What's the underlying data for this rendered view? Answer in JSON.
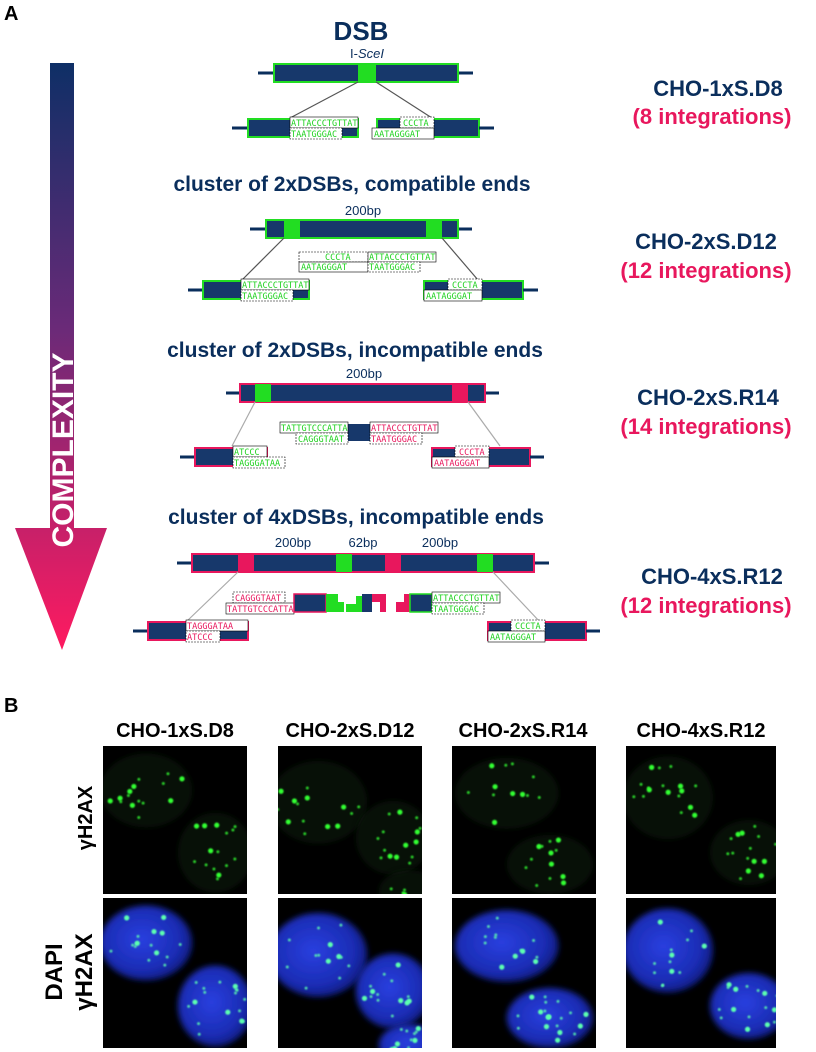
{
  "panel_a": {
    "letter": "A",
    "arrow_label": "COMPLEXITY",
    "rows": [
      {
        "title": "DSB",
        "subtitle_prefix": "I-",
        "subtitle_italic": "SceI",
        "cell_line": "CHO-1xS.D8",
        "integrations": "(8 integrations)",
        "seqs": {
          "left_top": "ATTACCCTGTTAT",
          "left_bottom": "TAATGGGAC",
          "right_top": "CCCTA",
          "right_bottom": "AATAGGGAT"
        }
      },
      {
        "title": "cluster of 2xDSBs, compatible ends",
        "spacer": "200bp",
        "cell_line": "CHO-2xS.D12",
        "integrations": "(12 integrations)",
        "seqs": {
          "mid_left_top": "CCCTA",
          "mid_left_bottom": "AATAGGGAT",
          "mid_right_top": "ATTACCCTGTTAT",
          "mid_right_bottom": "TAATGGGAC",
          "left_top": "ATTACCCTGTTAT",
          "left_bottom": "TAATGGGAC",
          "right_top": "CCCTA",
          "right_bottom": "AATAGGGAT"
        }
      },
      {
        "title": "cluster of 2xDSBs, incompatible ends",
        "spacer": "200bp",
        "cell_line": "CHO-2xS.R14",
        "integrations": "(14 integrations)",
        "seqs": {
          "mid_left_top": "TATTGTCCCATTA",
          "mid_left_bottom": "CAGGGTAAT",
          "mid_right_top": "ATTACCCTGTTAT",
          "mid_right_bottom": "TAATGGGAC",
          "left_top": "ATCCC",
          "left_bottom": "TAGGGATAA",
          "right_top": "CCCTA",
          "right_bottom": "AATAGGGAT"
        }
      },
      {
        "title": "cluster of 4xDSBs, incompatible ends",
        "spacers": [
          "200bp",
          "62bp",
          "200bp"
        ],
        "cell_line": "CHO-4xS.R12",
        "integrations": "(12 integrations)",
        "seqs": {
          "mid_left_top": "CAGGGTAAT",
          "mid_left_bottom": "TATTGTCCCATTA",
          "mid_right_top": "ATTACCCTGTTAT",
          "mid_right_bottom": "TAATGGGAC",
          "left_top": "TAGGGATAA",
          "left_bottom": "ATCCC",
          "right_top": "CCCTA",
          "right_bottom": "AATAGGGAT"
        }
      }
    ]
  },
  "panel_b": {
    "letter": "B",
    "columns": [
      "CHO-1xS.D8",
      "CHO-2xS.D12",
      "CHO-2xS.R14",
      "CHO-4xS.R12"
    ],
    "row_labels": {
      "top": "γH2AX",
      "bottom_line1": "DAPI",
      "bottom_line2": "γH2AX"
    }
  },
  "colors": {
    "navy": "#0a2e5c",
    "bar_blue": "#17386b",
    "green": "#22dd22",
    "magenta": "#e8175d",
    "nucleus_blue": "#1530c8",
    "black": "#000000"
  }
}
